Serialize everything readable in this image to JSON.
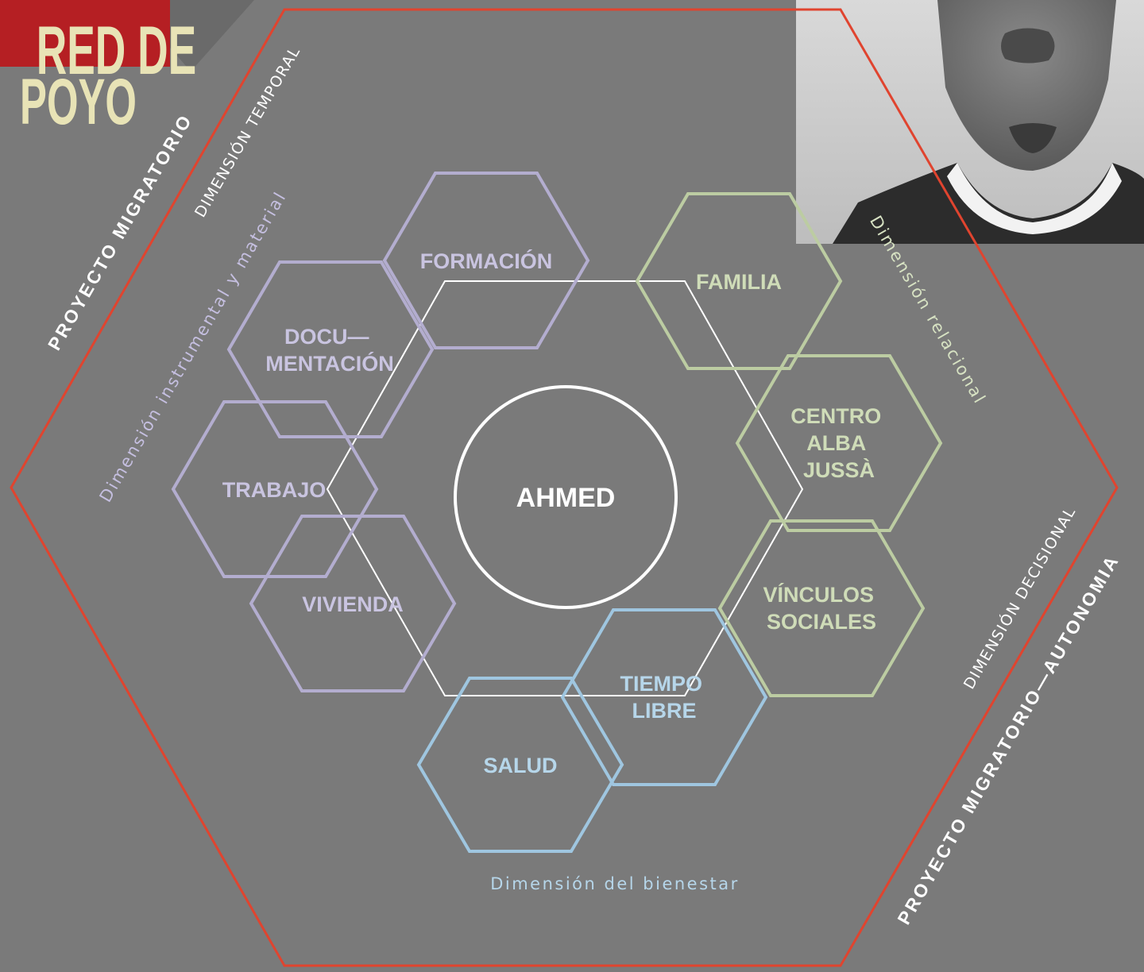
{
  "colors": {
    "background": "#7a7a7a",
    "outer_hexagon": "#e0442f",
    "instrumental": "#b3adcf",
    "relational": "#bccca2",
    "wellbeing": "#9fc6e0",
    "center": "#ffffff",
    "title_block": "#b51f23",
    "title_text": "#e8e3b6"
  },
  "title": {
    "line1": "RED DE",
    "line2": "POYO"
  },
  "center": {
    "label": "AHMED"
  },
  "outer_labels": {
    "left": "PROYECTO MIGRATORIO",
    "right": "PROYECTO MIGRATORIO—AUTONOMIA"
  },
  "dimensions": {
    "temporal": "DIMENSIÓN TEMPORAL",
    "instrumental": "Dimensión instrumental y material",
    "relational": "Dimensión relacional",
    "decisional": "DIMENSIÓN DECISIONAL",
    "wellbeing": "Dimensión del bienestar"
  },
  "nodes": {
    "formacion": {
      "lines": [
        "FORMACIÓN"
      ]
    },
    "documentacion": {
      "lines": [
        "DOCU—",
        "MENTACIÓN"
      ]
    },
    "trabajo": {
      "lines": [
        "TRABAJO"
      ]
    },
    "vivienda": {
      "lines": [
        "VIVIENDA"
      ]
    },
    "familia": {
      "lines": [
        "FAMILIA"
      ]
    },
    "centro": {
      "lines": [
        "CENTRO",
        "ALBA",
        "JUSSÀ"
      ]
    },
    "vinculos": {
      "lines": [
        "VÍNCULOS",
        "SOCIALES"
      ]
    },
    "tiempo": {
      "lines": [
        "TIEMPO",
        "LIBRE"
      ]
    },
    "salud": {
      "lines": [
        "SALUD"
      ]
    }
  }
}
